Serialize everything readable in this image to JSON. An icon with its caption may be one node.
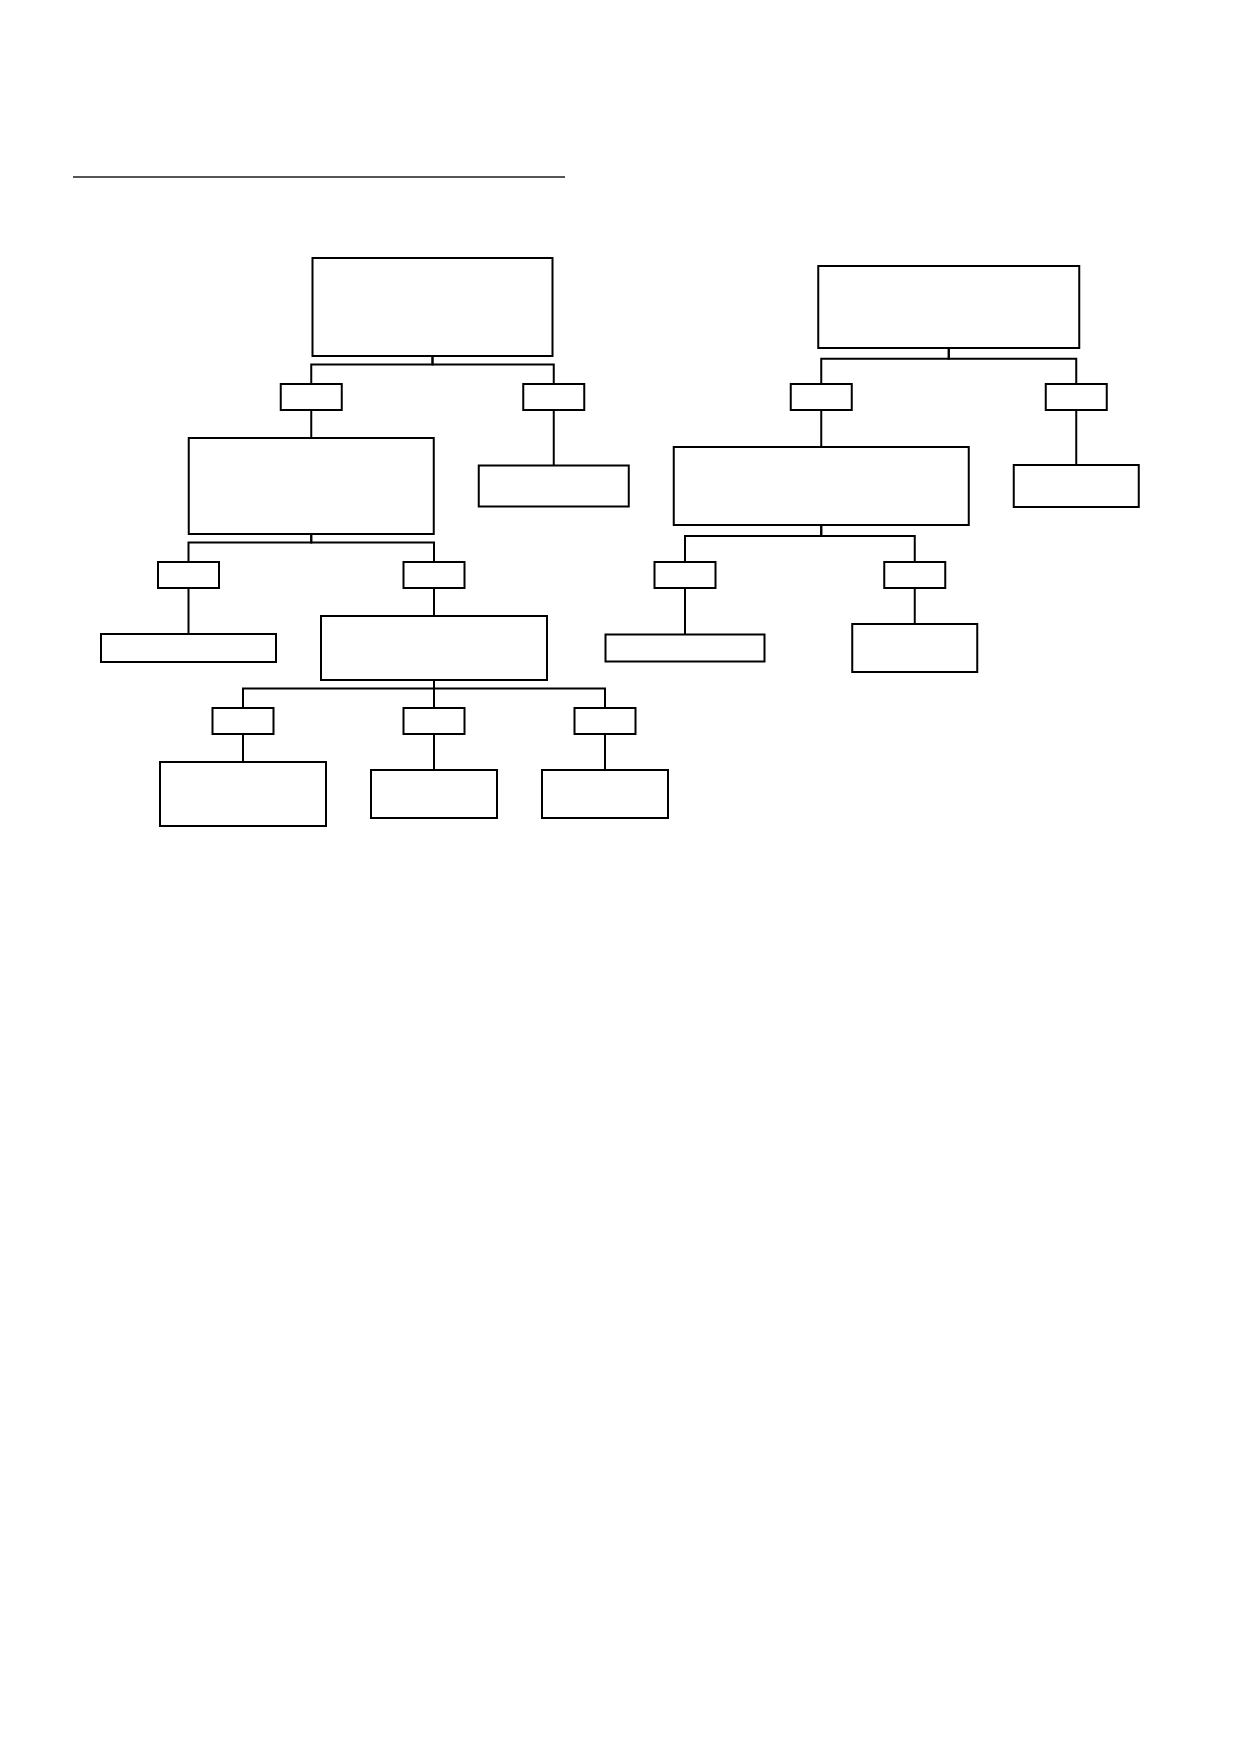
{
  "diagram": {
    "nodes": [
      {
        "text": [],
        "shape": "box"
      },
      {
        "text": [],
        "shape": "box"
      },
      {
        "text": [],
        "shape": "box"
      },
      {
        "text": [],
        "shape": "box"
      },
      {
        "text": [],
        "shape": "box"
      },
      {
        "text": [],
        "shape": "box"
      },
      {
        "text": [],
        "shape": "box"
      },
      {
        "text": [],
        "shape": "box"
      },
      {
        "text": [],
        "shape": "box"
      },
      {
        "text": [],
        "shape": "box"
      },
      {
        "text": [],
        "shape": "box"
      },
      {
        "text": [],
        "shape": "box"
      },
      {
        "text": [],
        "shape": "box"
      },
      {
        "text": [],
        "shape": "box"
      },
      {
        "text": [],
        "shape": "box"
      },
      {
        "text": [],
        "shape": "box"
      },
      {
        "text": [],
        "shape": "box"
      },
      {
        "text": [],
        "shape": "box"
      },
      {
        "text": [],
        "shape": "box"
      },
      {
        "text": [],
        "shape": "box"
      },
      {
        "text": [],
        "shape": "box"
      },
      {
        "text": [],
        "shape": "box"
      },
      {
        "text": [],
        "shape": "box"
      },
      {
        "text": [],
        "shape": "box"
      }
    ],
    "edges": [
      {
        "from": 0,
        "to": 1,
        "arrow": "none"
      },
      {
        "from": 0,
        "to": 2,
        "arrow": "none"
      },
      {
        "from": 1,
        "to": 3,
        "arrow": "none"
      },
      {
        "from": 2,
        "to": 4,
        "arrow": "none"
      },
      {
        "from": 3,
        "to": 5,
        "arrow": "none"
      },
      {
        "from": 3,
        "to": 6,
        "arrow": "none"
      },
      {
        "from": 5,
        "to": 7,
        "arrow": "none"
      },
      {
        "from": 6,
        "to": 8,
        "arrow": "none"
      },
      {
        "from": 8,
        "to": 9,
        "arrow": "none"
      },
      {
        "from": 8,
        "to": 10,
        "arrow": "none"
      },
      {
        "from": 8,
        "to": 11,
        "arrow": "none"
      },
      {
        "from": 9,
        "to": 12,
        "arrow": "none"
      },
      {
        "from": 10,
        "to": 13,
        "arrow": "none"
      },
      {
        "from": 11,
        "to": 14,
        "arrow": "none"
      },
      {
        "from": 15,
        "to": 16,
        "arrow": "none"
      },
      {
        "from": 15,
        "to": 17,
        "arrow": "none"
      },
      {
        "from": 16,
        "to": 18,
        "arrow": "none"
      },
      {
        "from": 17,
        "to": 19,
        "arrow": "none"
      },
      {
        "from": 18,
        "to": 20,
        "arrow": "none"
      },
      {
        "from": 18,
        "to": 21,
        "arrow": "none"
      },
      {
        "from": 20,
        "to": 22,
        "arrow": "none"
      },
      {
        "from": 21,
        "to": 23,
        "arrow": "none"
      }
    ]
  }
}
